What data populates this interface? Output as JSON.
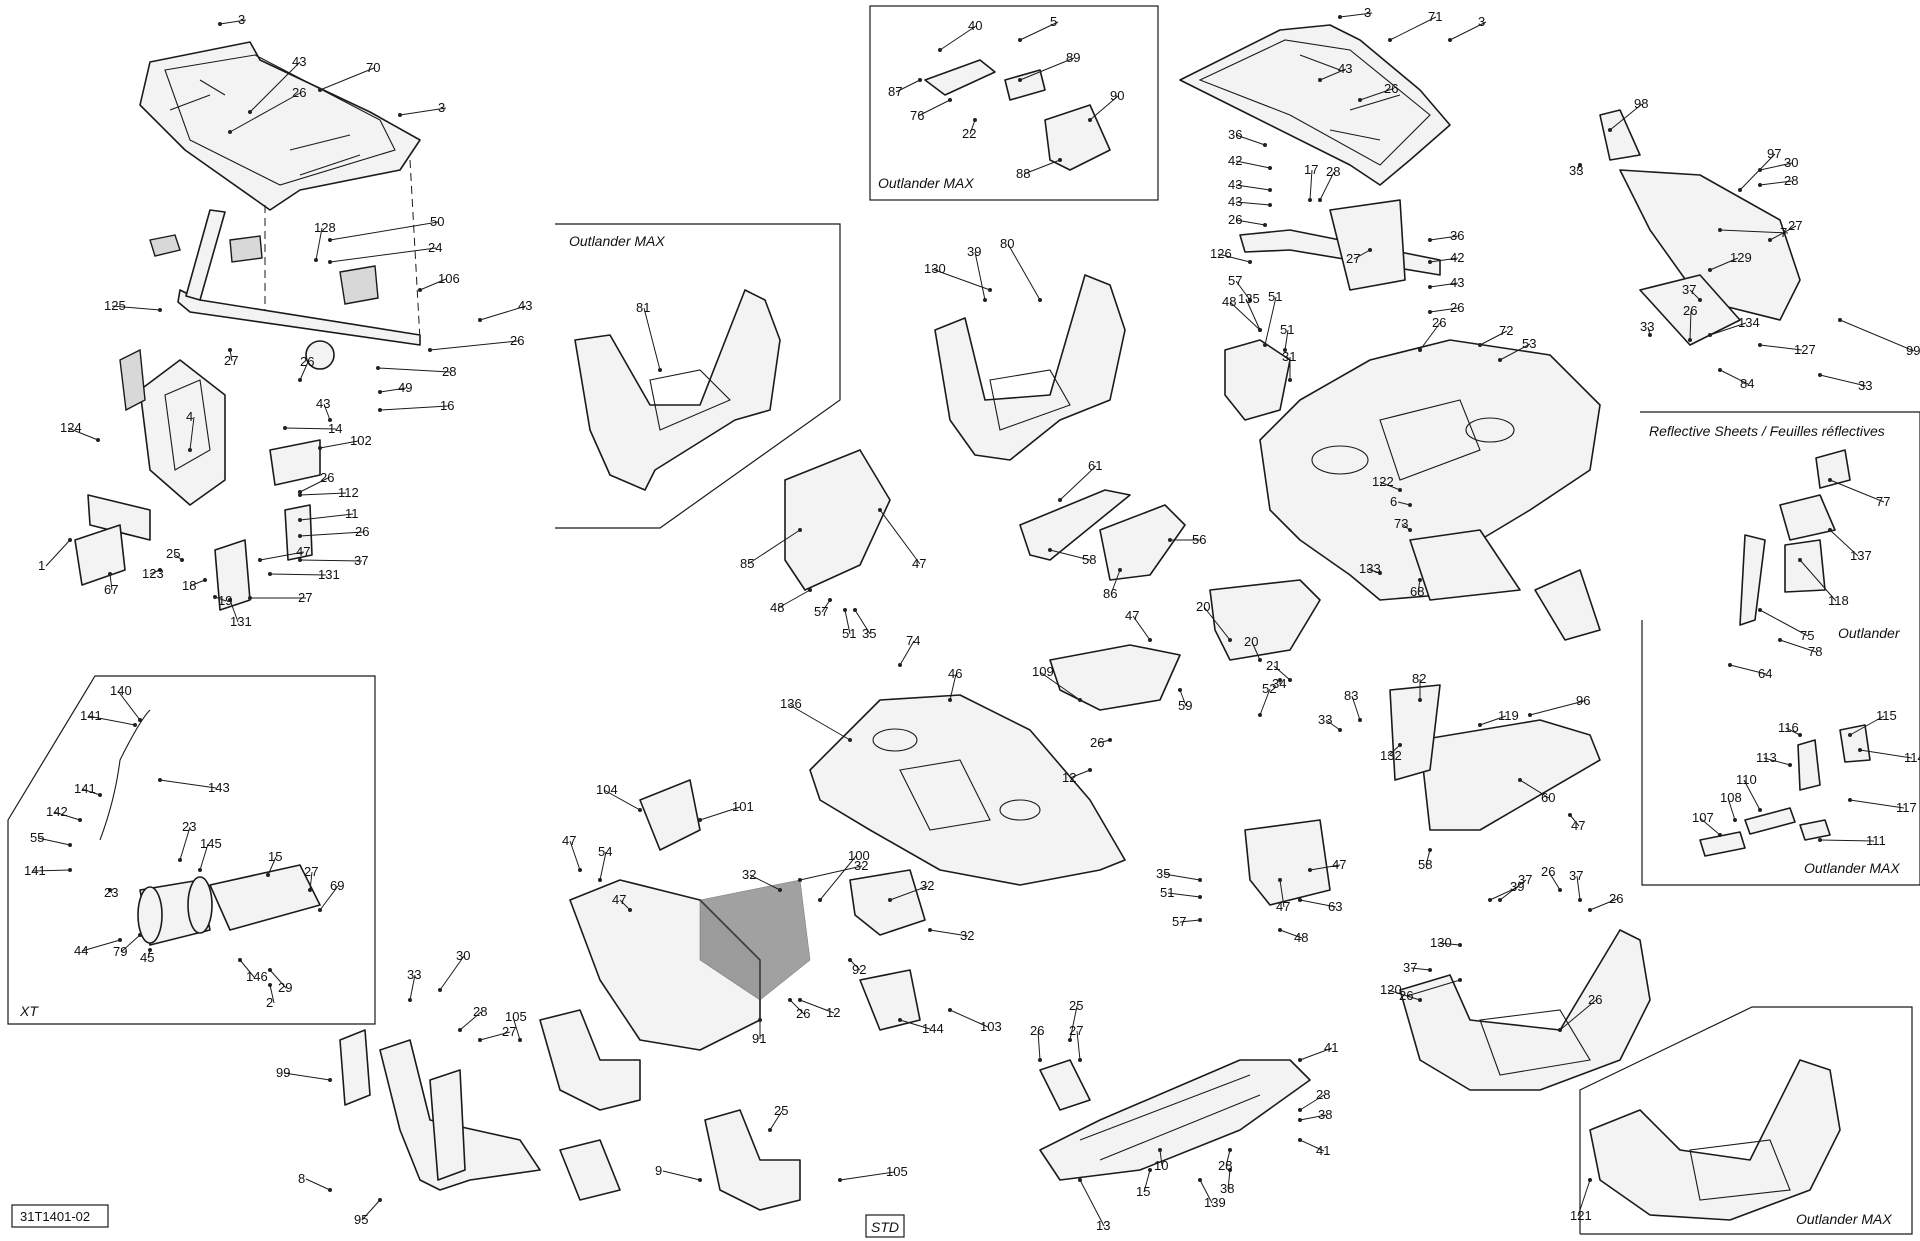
{
  "drawing_ref": "31T1401-02",
  "insets": [
    {
      "id": "max-top",
      "label": "Outlander MAX"
    },
    {
      "id": "max-mid",
      "label": "Outlander MAX"
    },
    {
      "id": "reflective",
      "label": "Reflective Sheets / Feuilles réflectives"
    },
    {
      "id": "reflective-outlander",
      "label": "Outlander"
    },
    {
      "id": "reflective-max",
      "label": "Outlander MAX"
    },
    {
      "id": "xt",
      "label": "XT"
    },
    {
      "id": "max-bottom",
      "label": "Outlander MAX"
    },
    {
      "id": "std",
      "label": "STD"
    }
  ],
  "callouts": [
    "3",
    "70",
    "43",
    "26",
    "3",
    "128",
    "50",
    "24",
    "106",
    "43",
    "26",
    "125",
    "28",
    "16",
    "49",
    "43",
    "26",
    "27",
    "14",
    "124",
    "4",
    "102",
    "26",
    "112",
    "11",
    "26",
    "37",
    "47",
    "131",
    "27",
    "131",
    "19",
    "18",
    "25",
    "123",
    "67",
    "1",
    "40",
    "5",
    "89",
    "87",
    "90",
    "76",
    "22",
    "88",
    "81",
    "130",
    "39",
    "80",
    "85",
    "47",
    "48",
    "57",
    "51",
    "35",
    "61",
    "58",
    "56",
    "86",
    "3",
    "71",
    "3",
    "43",
    "26",
    "36",
    "42",
    "43",
    "17",
    "28",
    "43",
    "26",
    "27",
    "126",
    "36",
    "42",
    "43",
    "26",
    "57",
    "48",
    "135",
    "51",
    "51",
    "31",
    "26",
    "72",
    "53",
    "122",
    "6",
    "73",
    "68",
    "133",
    "20",
    "20",
    "21",
    "34",
    "47",
    "52",
    "59",
    "109",
    "26",
    "12",
    "98",
    "33",
    "97",
    "30",
    "28",
    "7",
    "27",
    "129",
    "37",
    "26",
    "134",
    "127",
    "33",
    "84",
    "33",
    "99",
    "77",
    "137",
    "118",
    "75",
    "78",
    "64",
    "115",
    "116",
    "114",
    "113",
    "117",
    "110",
    "108",
    "107",
    "111",
    "74",
    "46",
    "136",
    "82",
    "83",
    "33",
    "132",
    "96",
    "119",
    "60",
    "47",
    "58",
    "140",
    "141",
    "143",
    "141",
    "142",
    "55",
    "141",
    "23",
    "145",
    "15",
    "23",
    "27",
    "69",
    "44",
    "79",
    "45",
    "146",
    "29",
    "2",
    "104",
    "101",
    "47",
    "54",
    "47",
    "32",
    "32",
    "100",
    "32",
    "32",
    "92",
    "12",
    "26",
    "91",
    "144",
    "103",
    "33",
    "30",
    "28",
    "27",
    "105",
    "99",
    "8",
    "95",
    "25",
    "9",
    "105",
    "25",
    "26",
    "27",
    "41",
    "10",
    "15",
    "13",
    "139",
    "41",
    "28",
    "38",
    "28",
    "38",
    "35",
    "51",
    "57",
    "47",
    "63",
    "47",
    "48",
    "39",
    "37",
    "130",
    "37",
    "26",
    "26",
    "37",
    "26",
    "120",
    "26",
    "121"
  ]
}
